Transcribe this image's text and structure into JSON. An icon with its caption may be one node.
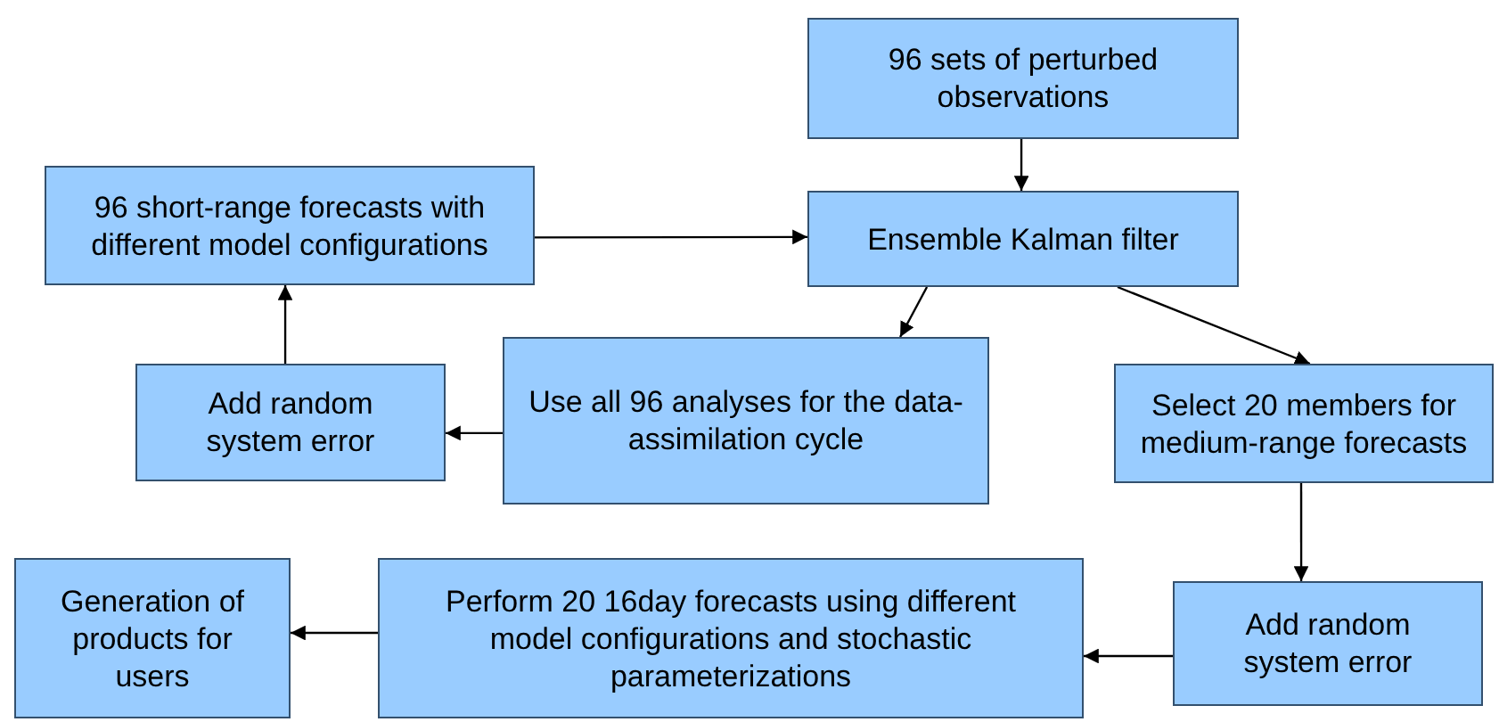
{
  "diagram": {
    "nodes": [
      {
        "text": [
          "96 sets of perturbed observations"
        ]
      },
      {
        "text": [
          "96 short-range forecasts with different model configurations"
        ]
      },
      {
        "text": [
          "Ensemble Kalman filter"
        ]
      },
      {
        "text": [
          "Add random system error"
        ]
      },
      {
        "text": [
          "Use all 96 analyses for the data-assimilation cycle"
        ]
      },
      {
        "text": [
          "Select 20 members for medium-range forecasts"
        ]
      },
      {
        "text": [
          "Generation of products for users"
        ]
      },
      {
        "text": [
          "Perform 20 16day forecasts using different model configurations and stochastic parameterizations"
        ]
      },
      {
        "text": [
          "Add random system error"
        ]
      }
    ],
    "edges": [
      {
        "from": 0,
        "to": 2,
        "arrow": "to"
      },
      {
        "from": 1,
        "to": 2,
        "arrow": "to"
      },
      {
        "from": 2,
        "to": 4,
        "arrow": "to"
      },
      {
        "from": 2,
        "to": 5,
        "arrow": "to"
      },
      {
        "from": 4,
        "to": 3,
        "arrow": "to"
      },
      {
        "from": 3,
        "to": 1,
        "arrow": "to"
      },
      {
        "from": 5,
        "to": 8,
        "arrow": "to"
      },
      {
        "from": 8,
        "to": 7,
        "arrow": "to"
      },
      {
        "from": 7,
        "to": 6,
        "arrow": "to"
      }
    ]
  }
}
